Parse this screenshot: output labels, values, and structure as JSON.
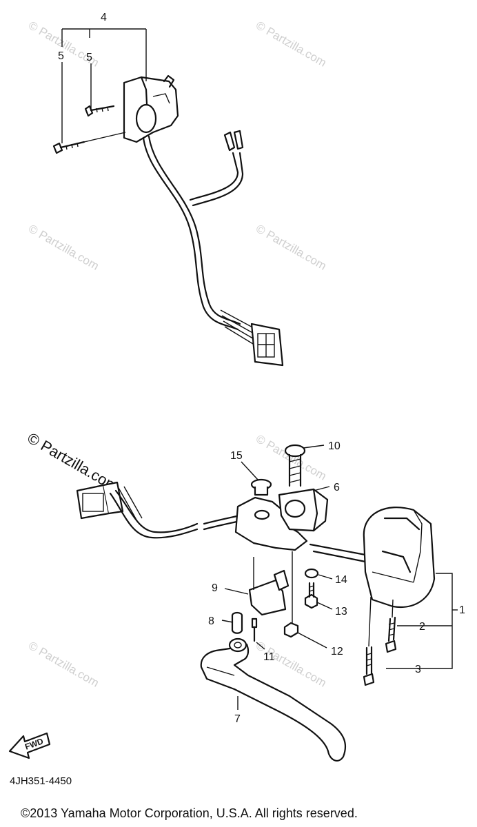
{
  "diagram_labels": {
    "p1": "1",
    "p2": "2",
    "p3": "3",
    "p4": "4",
    "p5a": "5",
    "p5b": "5",
    "p6": "6",
    "p7": "7",
    "p8": "8",
    "p9": "9",
    "p10": "10",
    "p11": "11",
    "p12": "12",
    "p13": "13",
    "p14": "14",
    "p15": "15"
  },
  "fwd_label": "FWD",
  "part_code": "4JH351-4450",
  "copyright": "©2013 Yamaha Motor Corporation, U.S.A. All rights reserved.",
  "watermark": "© Partzilla.com",
  "watermark_main": "© Partzilla.com"
}
